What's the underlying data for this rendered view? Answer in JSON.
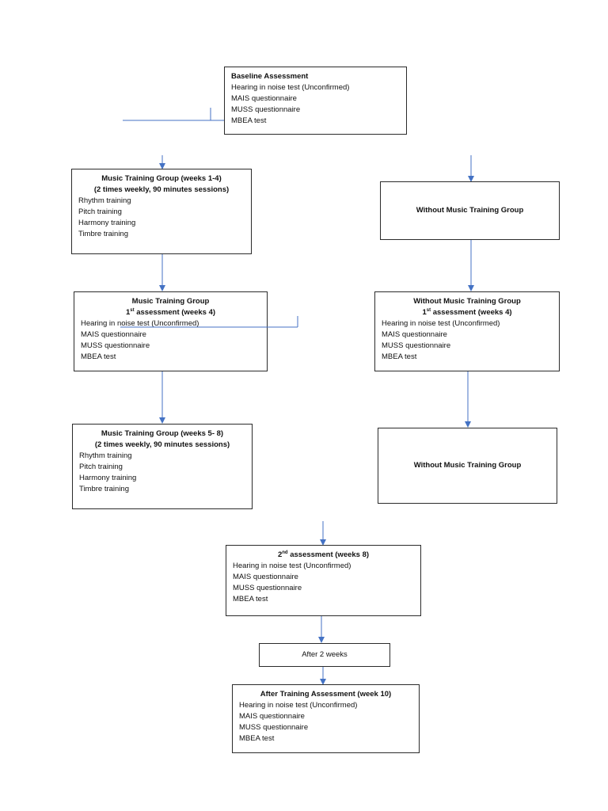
{
  "baseline": {
    "title": "Baseline Assessment",
    "items": [
      "Hearing in noise test (Unconfirmed)",
      "MAIS questionnaire",
      "MUSS questionnaire",
      "MBEA test"
    ]
  },
  "mt_weeks_1_4": {
    "title": "Music Training Group (weeks 1-4)",
    "subtitle": "(2 times weekly, 90 minutes sessions)",
    "items": [
      "Rhythm training",
      "Pitch training",
      "Harmony training",
      "Timbre training"
    ]
  },
  "without_group_1": {
    "title": "Without Music Training Group"
  },
  "mt_first_assessment": {
    "title": "Music Training Group",
    "ordinal_num": "1",
    "ordinal_suffix": "st",
    "subtitle_rest": " assessment (weeks 4)",
    "items": [
      "Hearing in noise test (Unconfirmed)",
      "MAIS questionnaire",
      "MUSS questionnaire",
      "MBEA test"
    ]
  },
  "without_first_assessment": {
    "title": "Without Music Training Group",
    "ordinal_num": "1",
    "ordinal_suffix": "st",
    "subtitle_rest": " assessment (weeks 4)",
    "items": [
      "Hearing in noise test (Unconfirmed)",
      "MAIS questionnaire",
      "MUSS questionnaire",
      "MBEA test"
    ]
  },
  "mt_weeks_5_8": {
    "title": "Music Training Group (weeks 5- 8)",
    "subtitle": "(2 times weekly, 90 minutes sessions)",
    "items": [
      "Rhythm training",
      "Pitch training",
      "Harmony training",
      "Timbre training"
    ]
  },
  "without_group_2": {
    "title": "Without Music Training Group"
  },
  "second_assessment": {
    "ordinal_num": "2",
    "ordinal_suffix": "nd",
    "subtitle_rest": " assessment (weeks 8)",
    "items": [
      "Hearing in noise test (Unconfirmed)",
      "MAIS questionnaire",
      "MUSS questionnaire",
      "MBEA test"
    ]
  },
  "gap": {
    "label": "After 2 weeks"
  },
  "after_training": {
    "title": "After Training Assessment (week 10)",
    "items": [
      "Hearing in noise test (Unconfirmed)",
      "MAIS questionnaire",
      "MUSS questionnaire",
      "MBEA test"
    ]
  },
  "colors": {
    "arrow": "#4472c4",
    "border": "#2b2b2b"
  }
}
